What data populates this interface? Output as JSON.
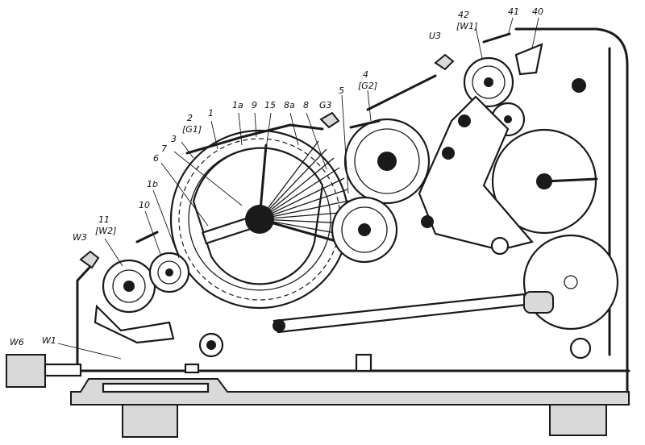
{
  "labels": {
    "l_W6": "W6",
    "l_W1_left": "W1",
    "l_W3": "W3",
    "l_11": "11",
    "l_W2": "[W2]",
    "l_10": "10",
    "l_1b": "1b",
    "l_6": "6",
    "l_7": "7",
    "l_3": "3",
    "l_2": "2",
    "l_G1": "[G1]",
    "l_1": "1",
    "l_1a": "1a",
    "l_9": "9",
    "l_15": "15",
    "l_8a": "8a",
    "l_8": "8",
    "l_G3": "G3",
    "l_5": "5",
    "l_4": "4",
    "l_G2": "[G2]",
    "l_U3": "U3",
    "l_42": "42",
    "l_W1_right": "[W1]",
    "l_41": "41",
    "l_40": "40"
  }
}
